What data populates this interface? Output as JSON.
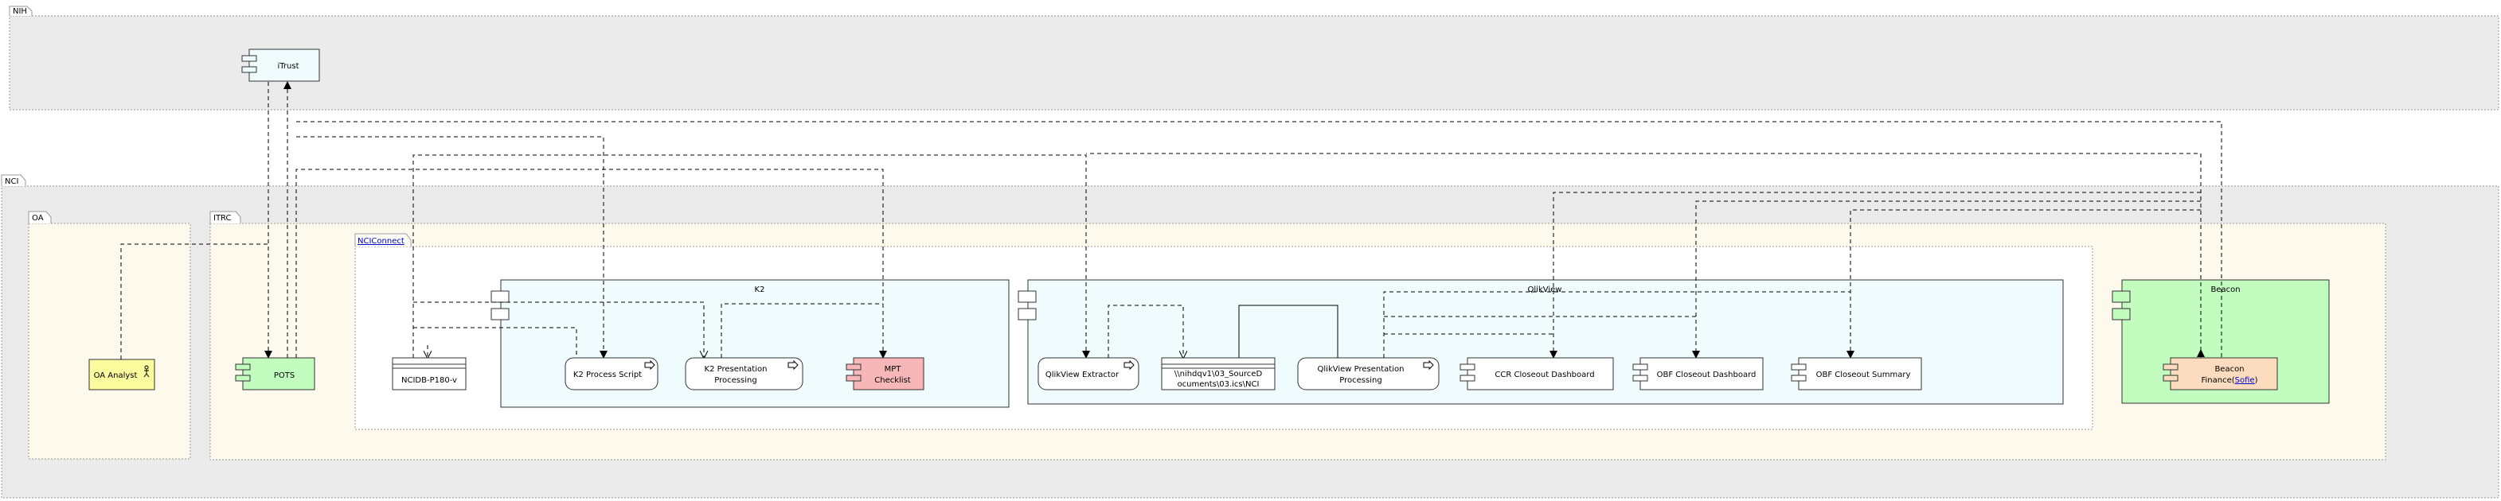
{
  "zones": {
    "nih": "NIH",
    "nci": "NCI",
    "oa": "OA",
    "itrc": "ITRC",
    "nciconnect": "NCIConnect",
    "k2": "K2",
    "qlikview": "QlikView",
    "beacon": "Beacon"
  },
  "components": {
    "itrust": "iTrust",
    "oa_analyst": "OA Analyst",
    "pots": "POTS",
    "ncidb": "NCIDB-P180-v",
    "k2_process_script": "K2 Process Script",
    "k2_presentation_processing": [
      "K2 Presentation",
      "Processing"
    ],
    "mpt_checklist": [
      "MPT",
      "Checklist"
    ],
    "qlikview_extractor": "QlikView Extractor",
    "sourced_path": [
      "\\\\nihdqv1\\03_SourceD",
      "ocuments\\03.ics\\NCI"
    ],
    "qlikview_presentation_processing": [
      "QlikView Presentation",
      "Processing"
    ],
    "ccr_closeout_dashboard": "CCR Closeout Dashboard",
    "obf_closeout_dashboard": "OBF Closeout Dashboard",
    "obf_closeout_summary": "OBF Closeout Summary",
    "beacon_finance_prefix": "Beacon",
    "beacon_finance_text": "Finance(",
    "beacon_finance_link": "Sofie",
    "beacon_finance_suffix": ")"
  },
  "colors": {
    "zone_grey": "#ebebeb",
    "zone_cream": "#fdf9ec",
    "component_cyan": "#effbfc",
    "component_green": "#c2fcbf",
    "analyst_yellow": "#fcfc9f",
    "mpt_red": "#f7b7b9",
    "beacon_orange": "#fbdcbf"
  }
}
